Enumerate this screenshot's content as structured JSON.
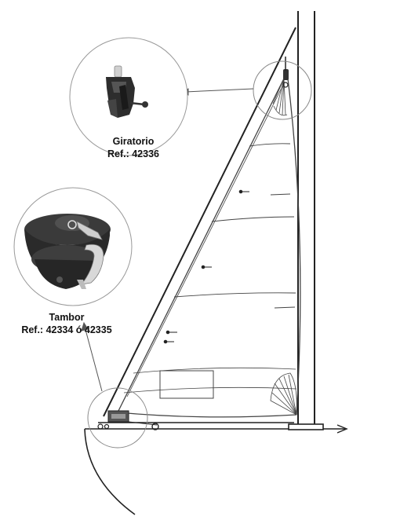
{
  "callouts": {
    "giratorio": {
      "name": "Giratorio",
      "ref": "Ref.: 42336"
    },
    "tambor": {
      "name": "Tambor",
      "ref": "Ref.: 42334 ó 42335"
    }
  },
  "colors": {
    "line": "#222222",
    "sail_line": "#555555",
    "part_dark": "#2a2a2a",
    "part_mid": "#4a4a4a",
    "metal": "#b8b8b8"
  }
}
